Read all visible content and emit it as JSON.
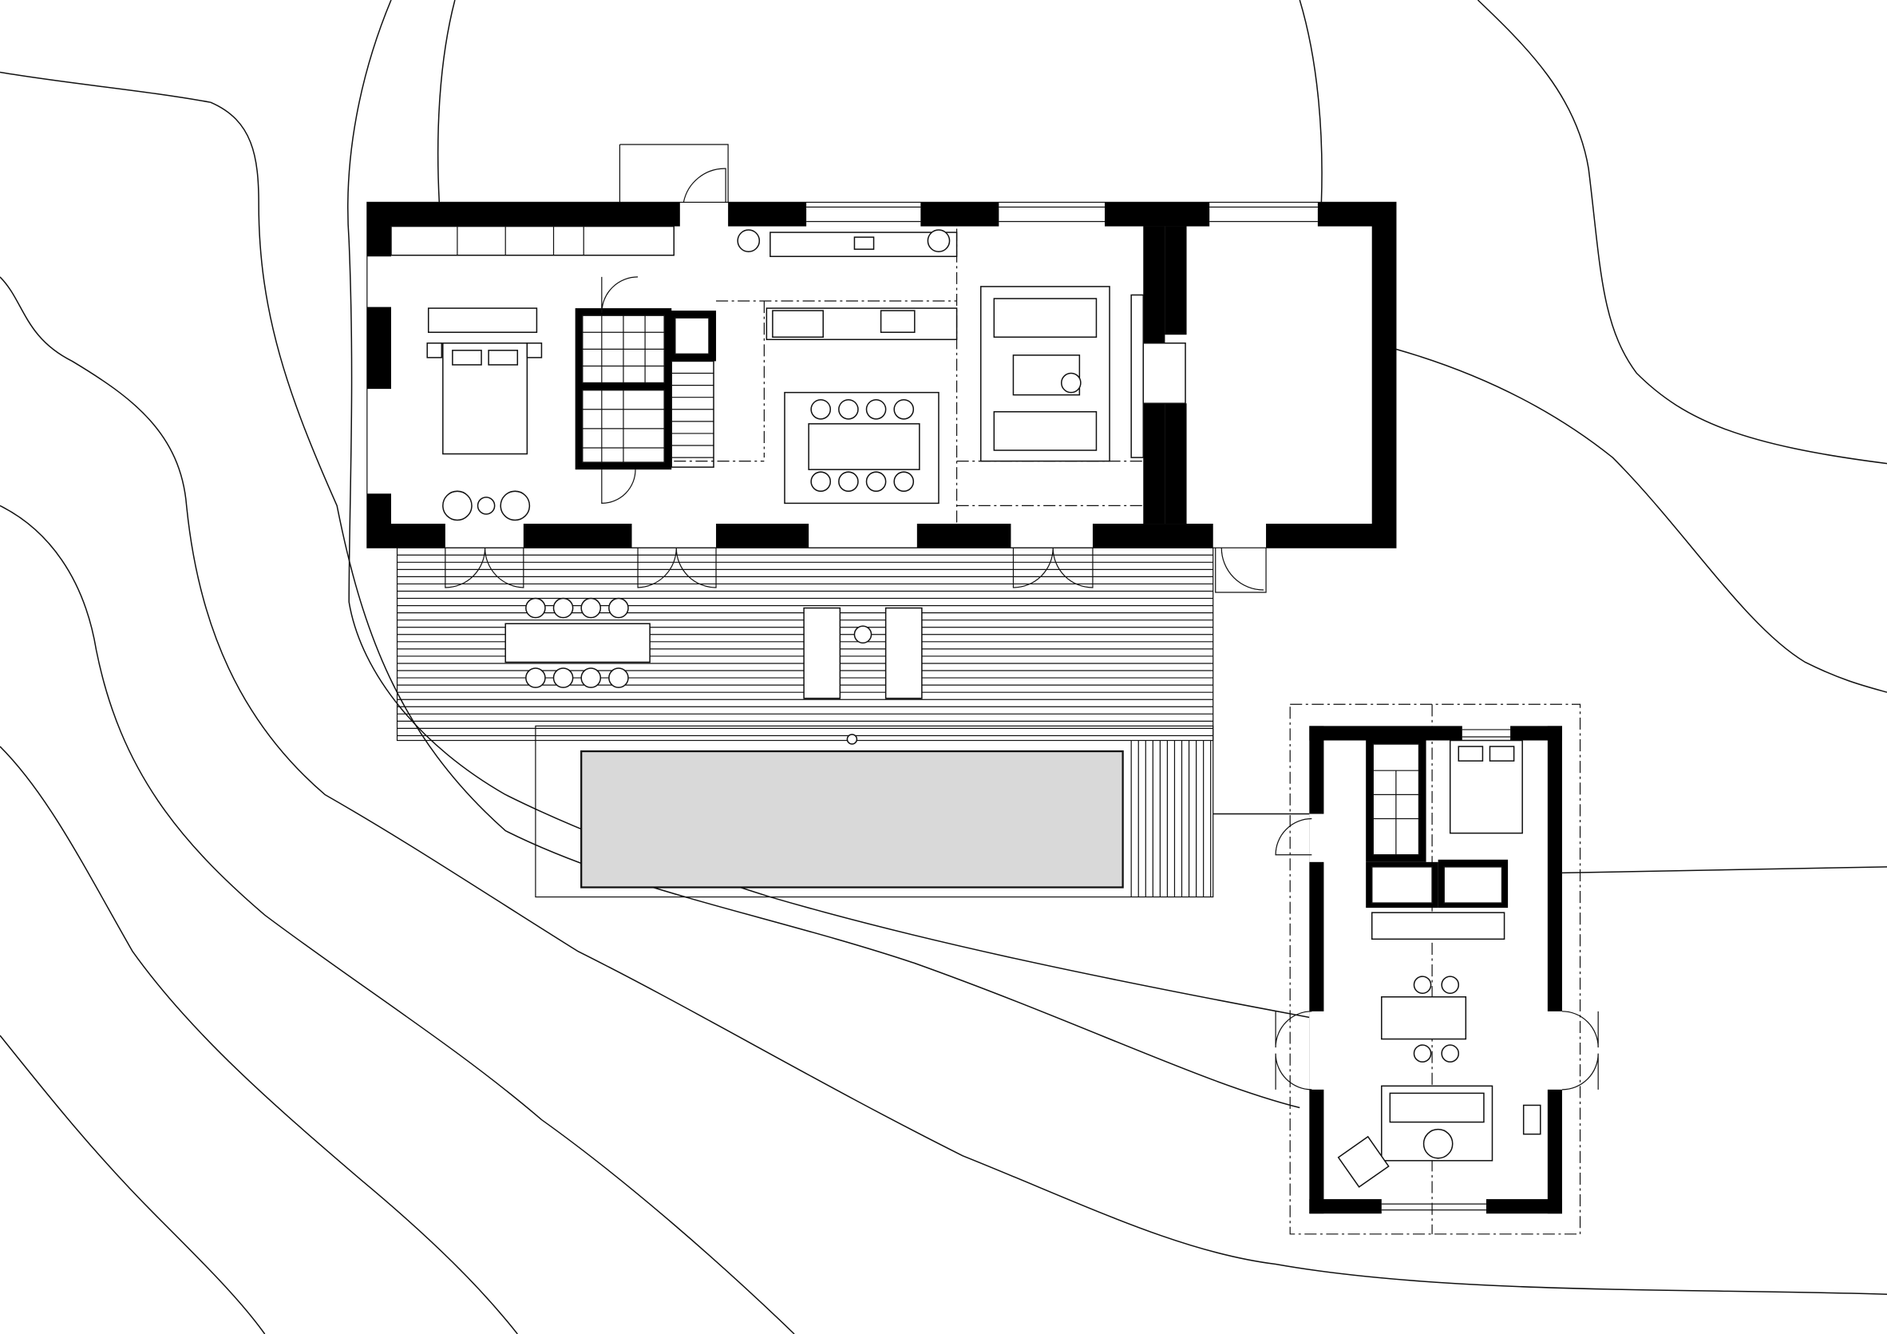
{
  "drawing": {
    "type": "site-floor-plan",
    "colors": {
      "wall": "#000000",
      "line": "#111111",
      "pool_water": "#d9d9d9",
      "background": "#ffffff"
    },
    "icons": [
      "main-house",
      "guest-house",
      "pool",
      "deck",
      "contour-lines"
    ]
  }
}
